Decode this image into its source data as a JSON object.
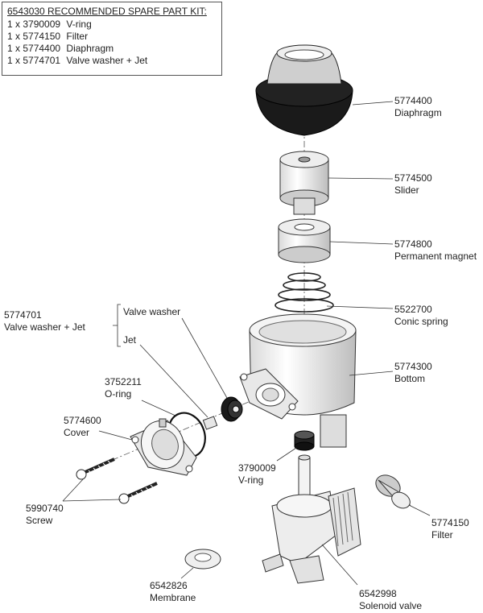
{
  "kit": {
    "title": "6543030 RECOMMENDED SPARE PART KIT:",
    "items": [
      {
        "qty": "1 x",
        "code": "3790009",
        "name": "V-ring"
      },
      {
        "qty": "1 x",
        "code": "5774150",
        "name": "Filter"
      },
      {
        "qty": "1 x",
        "code": "5774400",
        "name": "Diaphragm"
      },
      {
        "qty": "1 x",
        "code": "5774701",
        "name": "Valve washer + Jet"
      }
    ]
  },
  "labels": {
    "diaphragm": {
      "code": "5774400",
      "name": "Diaphragm"
    },
    "slider": {
      "code": "5774500",
      "name": "Slider"
    },
    "magnet": {
      "code": "5774800",
      "name": "Permanent magnet"
    },
    "spring": {
      "code": "5522700",
      "name": "Conic spring"
    },
    "bottom": {
      "code": "5774300",
      "name": "Bottom"
    },
    "valvekit": {
      "code": "5774701",
      "name": "Valve washer + Jet"
    },
    "valvewasher": {
      "name": "Valve washer"
    },
    "jet": {
      "name": "Jet"
    },
    "oring": {
      "code": "3752211",
      "name": "O-ring"
    },
    "cover": {
      "code": "5774600",
      "name": "Cover"
    },
    "vring": {
      "code": "3790009",
      "name": "V-ring"
    },
    "screw": {
      "code": "5990740",
      "name": "Screw"
    },
    "filter": {
      "code": "5774150",
      "name": "Filter"
    },
    "membrane": {
      "code": "6542826",
      "name": "Membrane"
    },
    "solenoid": {
      "code": "6542998",
      "name": "Solenoid valve"
    }
  }
}
